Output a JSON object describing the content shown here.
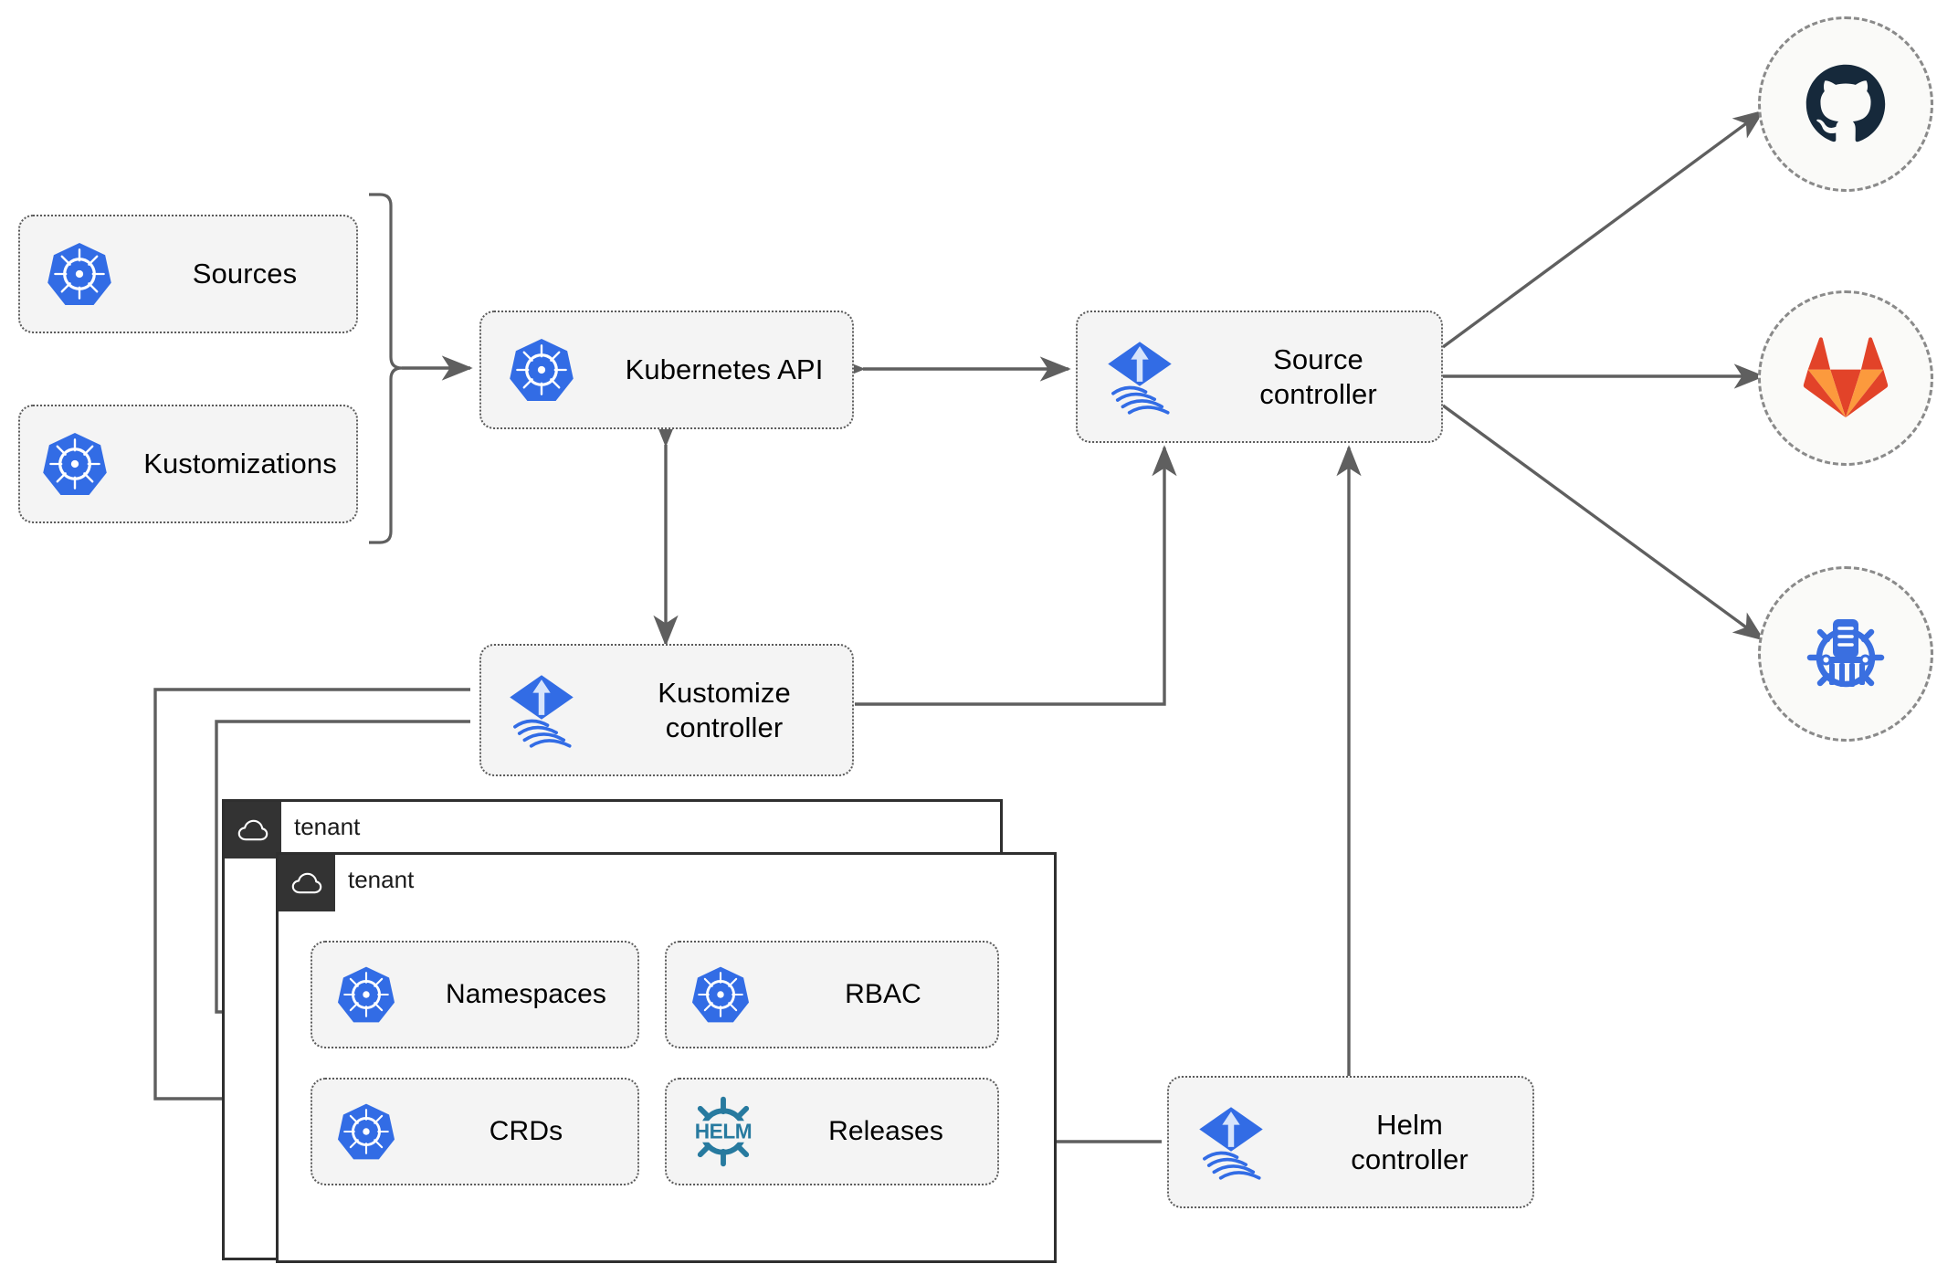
{
  "diagram": {
    "title": "Flux GitOps architecture",
    "colors": {
      "k8s_blue": "#326ce5",
      "flux_blue": "#326ce5",
      "helm_teal": "#277a9f",
      "github_dark": "#16293b",
      "gitlab_orange": "#e24329",
      "gitlab_light_orange": "#fca326",
      "chart_blue": "#3a6fe0",
      "node_fill": "#f4f4f4",
      "node_border": "#5a5a5a",
      "line": "#5f5f5f",
      "tab_dark": "#333333"
    },
    "nodes": {
      "sources": {
        "label": "Sources",
        "icon": "kubernetes-icon"
      },
      "kustomizations": {
        "label": "Kustomizations",
        "icon": "kubernetes-icon"
      },
      "kubernetes_api": {
        "label": "Kubernetes API",
        "icon": "kubernetes-icon"
      },
      "source_controller": {
        "label": "Source\ncontroller",
        "icon": "flux-icon"
      },
      "kustomize_controller": {
        "label": "Kustomize\ncontroller",
        "icon": "flux-icon"
      },
      "helm_controller": {
        "label": "Helm\ncontroller",
        "icon": "flux-icon"
      },
      "namespaces": {
        "label": "Namespaces",
        "icon": "kubernetes-icon"
      },
      "rbac": {
        "label": "RBAC",
        "icon": "kubernetes-icon"
      },
      "crds": {
        "label": "CRDs",
        "icon": "kubernetes-icon"
      },
      "releases": {
        "label": "Releases",
        "icon": "helm-icon"
      }
    },
    "endpoints": [
      {
        "name": "github",
        "icon": "github-icon"
      },
      {
        "name": "gitlab",
        "icon": "gitlab-icon"
      },
      {
        "name": "helm-chart-repository",
        "icon": "chart-repository-icon"
      }
    ],
    "tenants": [
      {
        "label": "tenant",
        "icon": "cloud-icon"
      },
      {
        "label": "tenant",
        "icon": "cloud-icon"
      }
    ]
  }
}
